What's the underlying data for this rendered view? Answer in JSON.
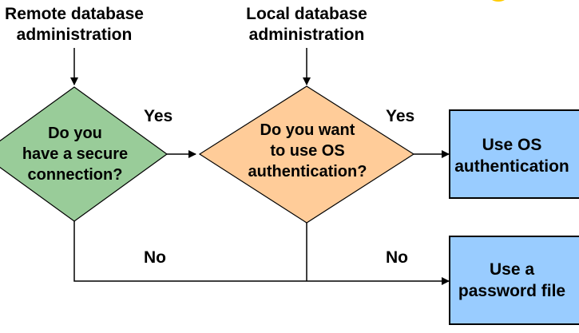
{
  "start_nodes": {
    "remote": {
      "line1": "Remote database",
      "line2": "administration"
    },
    "local": {
      "line1": "Local database",
      "line2": "administration"
    }
  },
  "decisions": {
    "secure_connection": {
      "line1": "Do you",
      "line2": "have a secure",
      "line3": "connection?"
    },
    "os_auth": {
      "line1": "Do you want",
      "line2": "to use OS",
      "line3": "authentication?"
    }
  },
  "results": {
    "os_auth": {
      "line1": "Use OS",
      "line2": "authentication"
    },
    "password_file": {
      "line1": "Use a",
      "line2": "password file"
    }
  },
  "edge_labels": {
    "yes": "Yes",
    "no": "No"
  },
  "colors": {
    "decision_secure": "#99cc99",
    "decision_os": "#ffcc99",
    "result_box": "#99ccff",
    "stroke": "#000000",
    "corner_mark": "#ffcc00"
  }
}
